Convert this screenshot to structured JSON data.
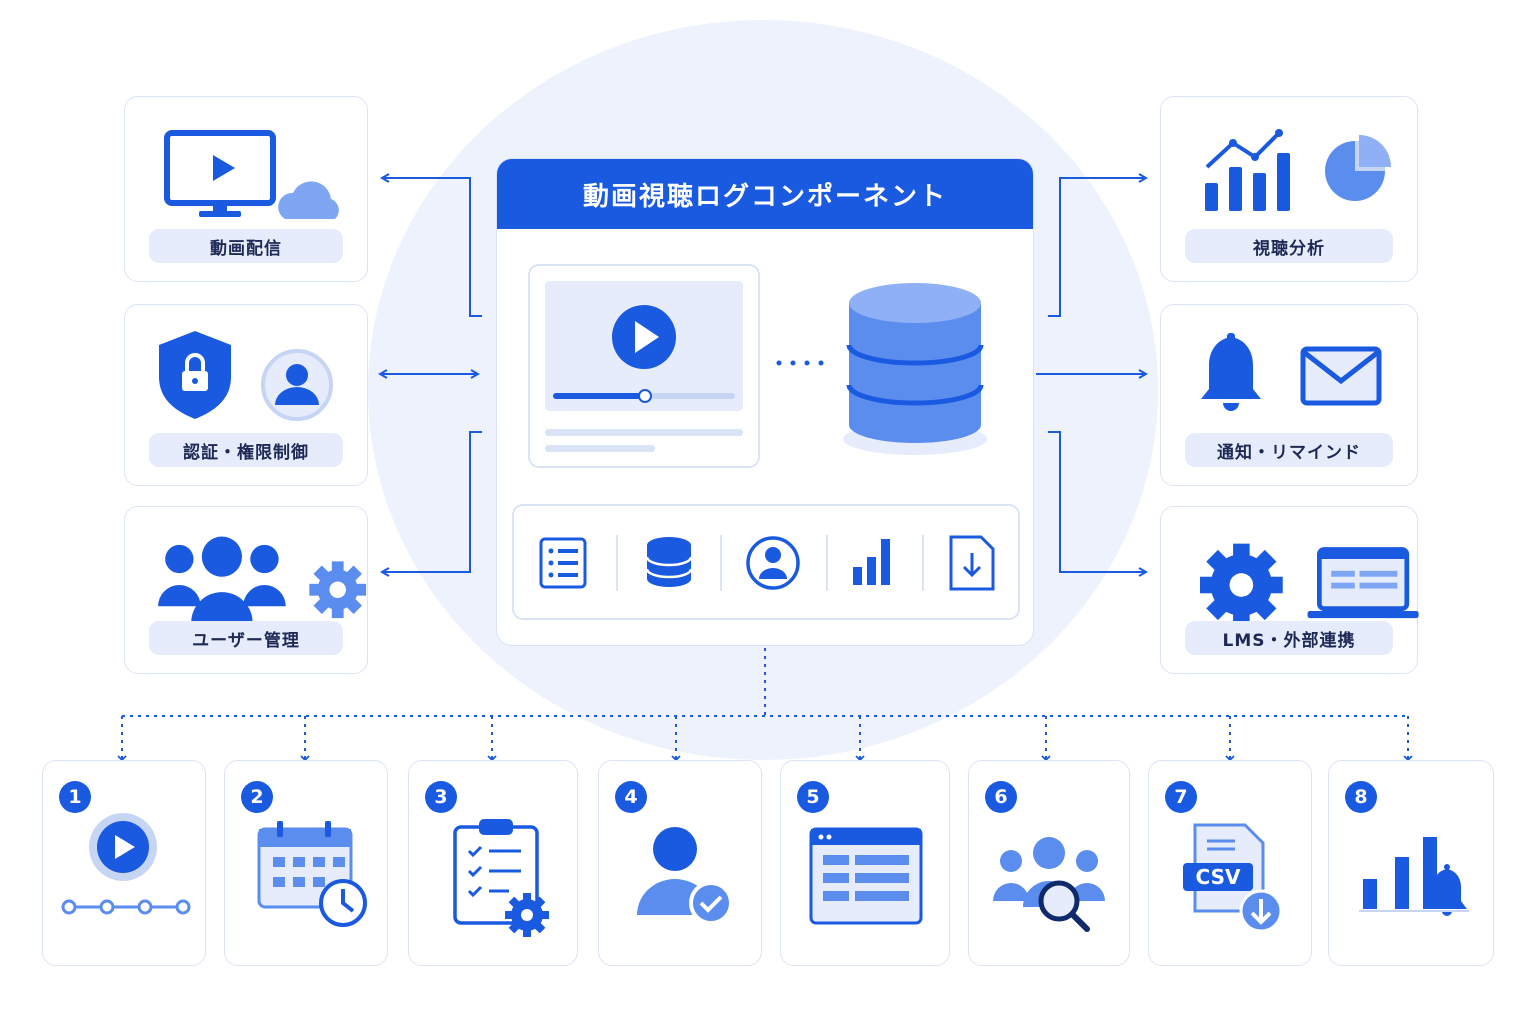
{
  "center": {
    "title": "動画視聴ログコンポーネント"
  },
  "left_modules": [
    {
      "label": "動画配信"
    },
    {
      "label": "認証・権限制御"
    },
    {
      "label": "ユーザー管理"
    }
  ],
  "right_modules": [
    {
      "label": "視聴分析"
    },
    {
      "label": "通知・リマインド"
    },
    {
      "label": "LMS・外部連携"
    }
  ],
  "features": [
    {
      "number": "1"
    },
    {
      "number": "2"
    },
    {
      "number": "3"
    },
    {
      "number": "4"
    },
    {
      "number": "5"
    },
    {
      "number": "6"
    },
    {
      "number": "7",
      "badge_text": "CSV"
    },
    {
      "number": "8"
    }
  ],
  "colors": {
    "primary": "#1a5ae0",
    "light": "#5b8def",
    "pale": "#e6ecfb",
    "background_circle": "#eef2fd"
  }
}
